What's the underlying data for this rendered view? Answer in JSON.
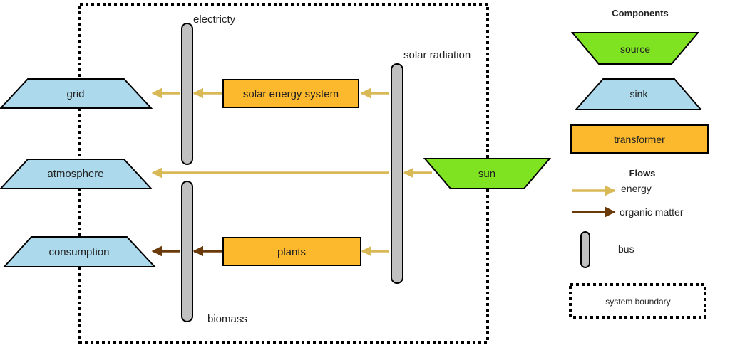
{
  "colors": {
    "source": "#7FE322",
    "sink": "#ADD9EC",
    "transformer": "#FDB92E",
    "bus": "#C0C0C0",
    "energy": "#D9B856",
    "organic_matter": "#6B3A0B",
    "outline": "#000000"
  },
  "diagram": {
    "sinks": {
      "grid": "grid",
      "atmosphere": "atmosphere",
      "consumption": "consumption"
    },
    "transformers": {
      "solar_energy_system": "solar energy system",
      "plants": "plants"
    },
    "source": {
      "sun": "sun"
    },
    "buses": {
      "electricity": "electricty",
      "solar_radiation": "solar radiation",
      "biomass": "biomass"
    }
  },
  "legend": {
    "components_title": "Components",
    "source": "source",
    "sink": "sink",
    "transformer": "transformer",
    "flows_title": "Flows",
    "energy": "energy",
    "organic_matter": "organic matter",
    "bus": "bus",
    "system_boundary": "system boundary"
  }
}
